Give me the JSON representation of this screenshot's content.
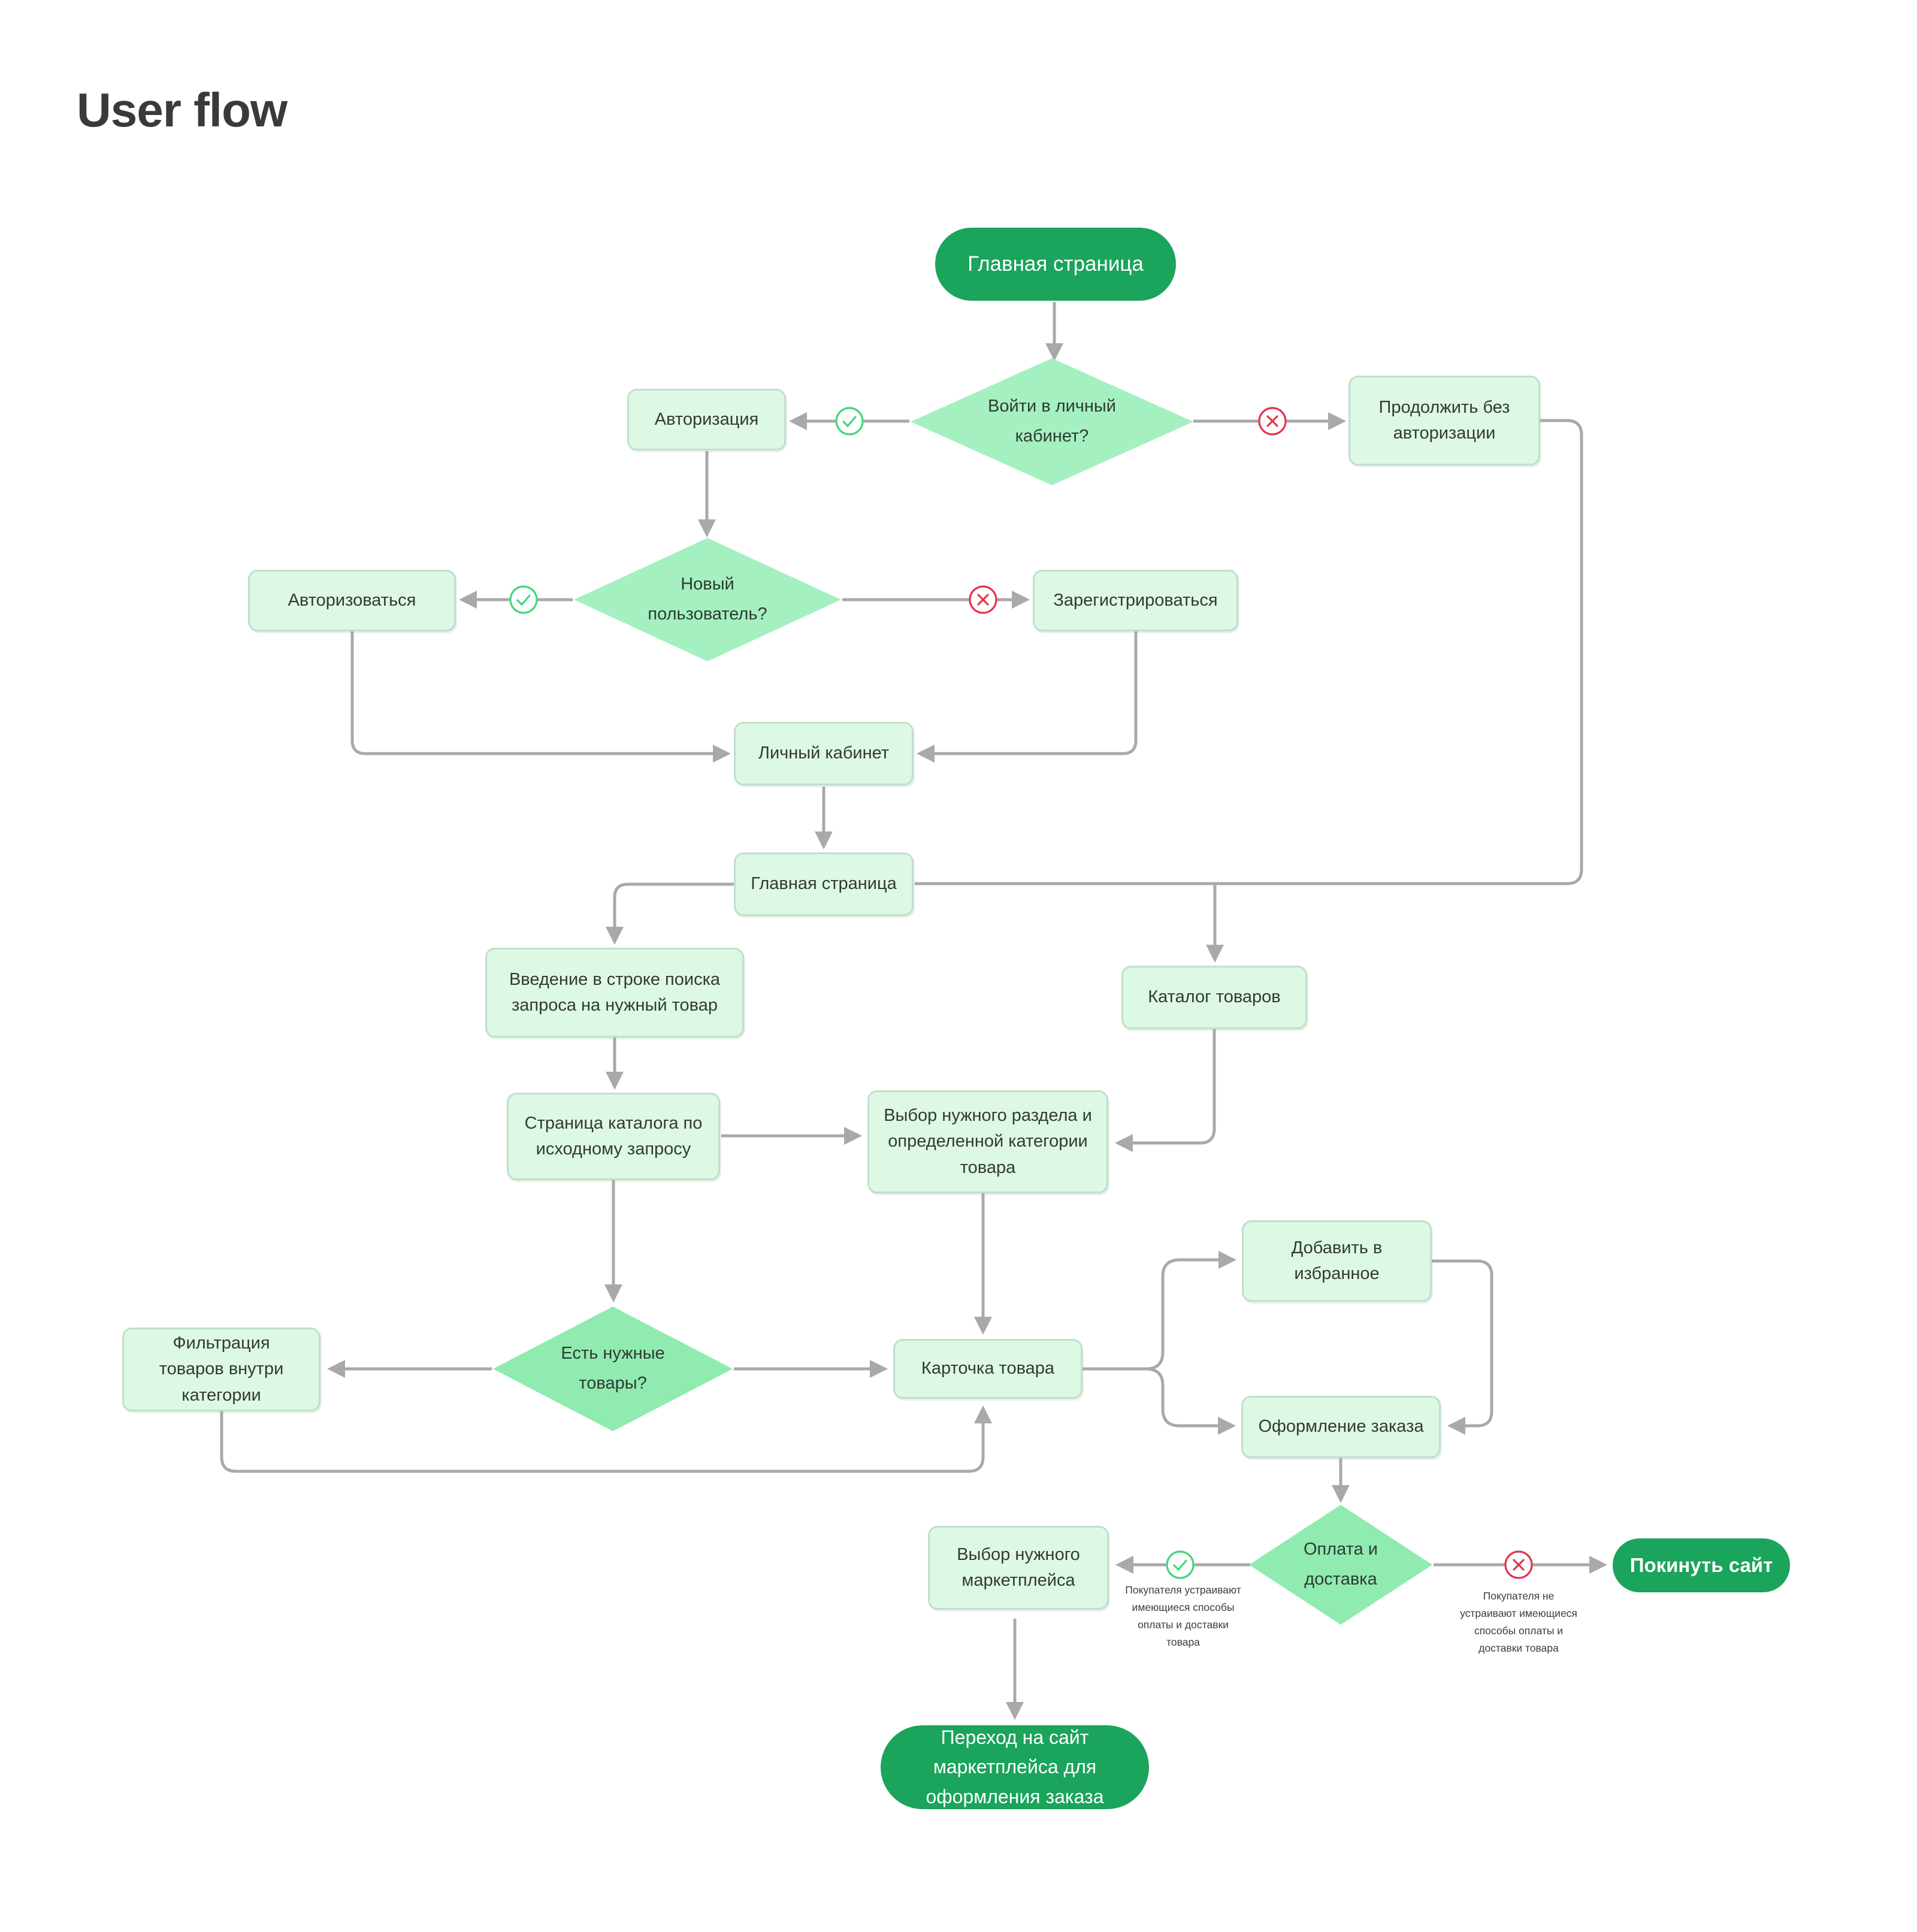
{
  "title": "User flow",
  "nodes": {
    "start": "Главная страница",
    "login_q": "Войти в личный кабинет?",
    "auth": "Авторизация",
    "continue_no_auth": "Продолжить без авторизации",
    "new_user_q": "Новый пользователь?",
    "authorize": "Авторизоваться",
    "register": "Зарегистрироваться",
    "account": "Личный кабинет",
    "main_page": "Главная страница",
    "search": "Введение в строке поиска запроса на нужный товар",
    "catalog": "Каталог товаров",
    "catalog_page": "Страница каталога по исходному запросу",
    "category": "Выбор нужного раздела и определенной категории товара",
    "favorites": "Добавить в избранное",
    "products_q": "Есть нужные товары?",
    "filter": "Фильтрация товаров внутри категории",
    "card": "Карточка товара",
    "checkout": "Оформление заказа",
    "payment_q": "Оплата и доставка",
    "marketplace": "Выбор нужного маркетплейса",
    "leave": "Покинуть сайт",
    "transition": "Переход на сайт маркетплейса для оформления заказа"
  },
  "captions": {
    "yes": "Покупателя устраивают имеющиеся способы оплаты и доставки товара",
    "no": "Покупателя не устраивают имеющиеся способы оплаты и доставки товара"
  },
  "colors": {
    "pill_green": "#1aa45c",
    "box_fill": "#def8e6",
    "box_border": "#bfe0c9",
    "diamond_light": "#a5f0c1",
    "diamond_deep": "#8febb0",
    "arrow_gray": "#a9a9a9",
    "check_green": "#41d77c",
    "cross_red": "#e0374b",
    "text": "#323a34"
  }
}
